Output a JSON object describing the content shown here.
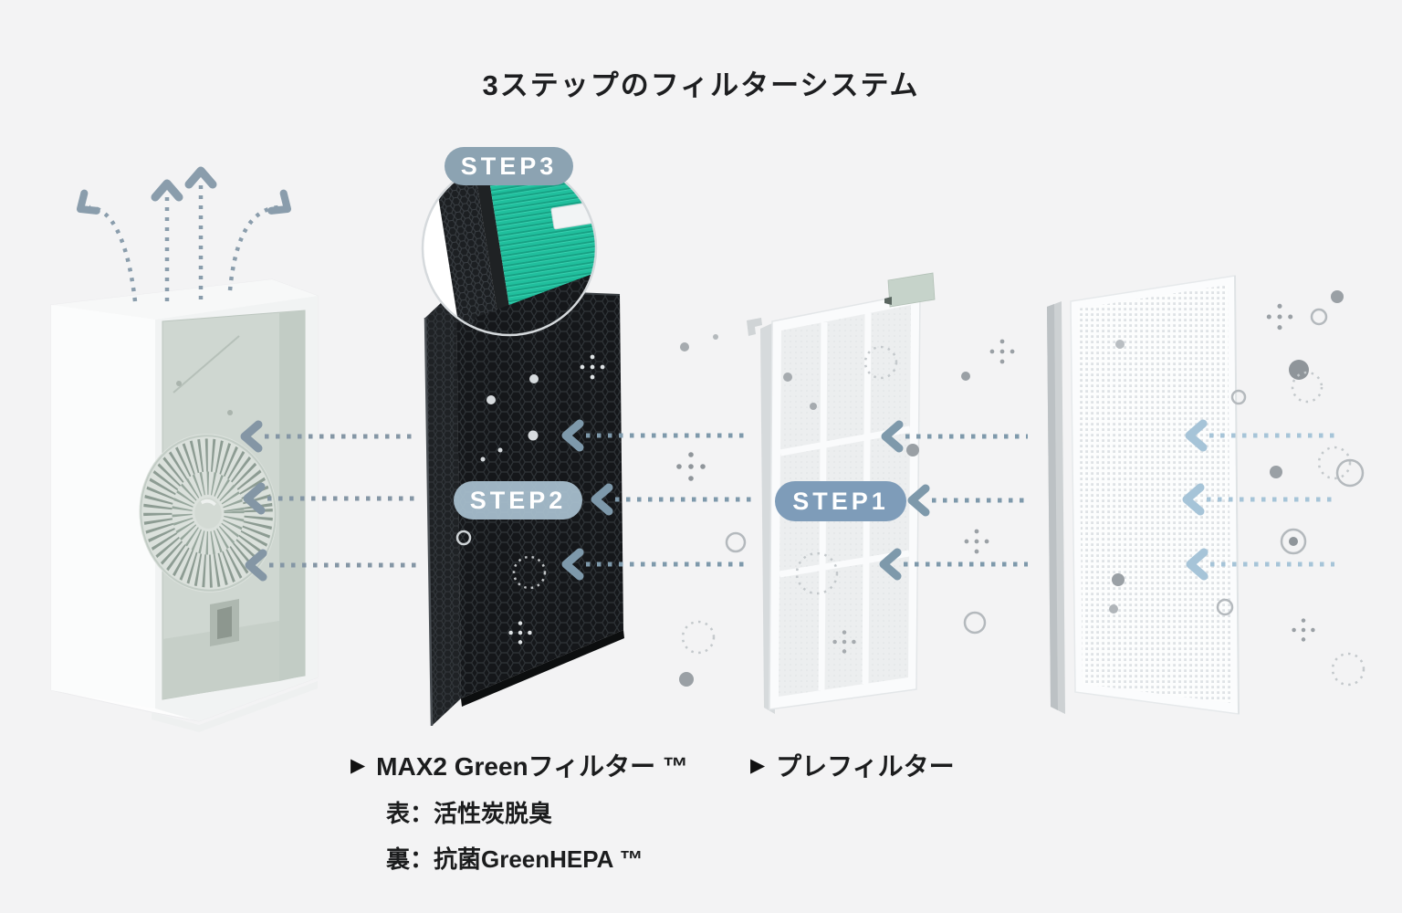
{
  "title": "3ステップのフィルターシステム",
  "badges": {
    "step1": "STEP1",
    "step2": "STEP2",
    "step3": "STEP3"
  },
  "captions": {
    "max2_filter": {
      "marker": "▶",
      "title": "MAX2 Greenフィルター ™",
      "front": "表：活性炭脱臭",
      "back": "裏：抗菌GreenHEPA ™"
    },
    "pre_filter": {
      "marker": "▶",
      "title": "プレフィルター"
    }
  },
  "colors": {
    "background": "#f3f3f4",
    "badge_blue": "#7e9cb9",
    "badge_blue_light": "#a4bbca",
    "badge_gray_blue": "#8ca3b2",
    "arrow_slate": "#7e99ab",
    "arrow_light_blue": "#a6c4d8",
    "filter_green": "#20bf9d",
    "carbon_black": "#15171a"
  }
}
